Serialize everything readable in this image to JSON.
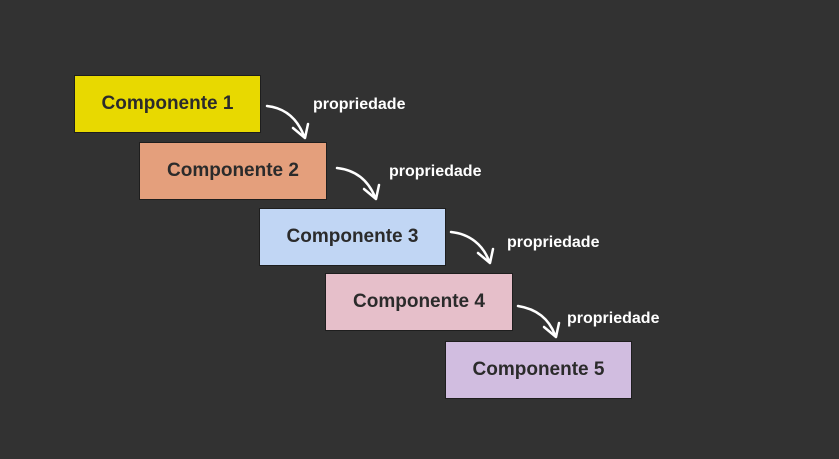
{
  "components": [
    {
      "label": "Componente 1",
      "color": "#e8d900"
    },
    {
      "label": "Componente 2",
      "color": "#e49f7c"
    },
    {
      "label": "Componente 3",
      "color": "#c1d6f4"
    },
    {
      "label": "Componente 4",
      "color": "#e6bfca"
    },
    {
      "label": "Componente 5",
      "color": "#d1bde0"
    }
  ],
  "connectors": [
    {
      "label": "propriedade"
    },
    {
      "label": "propriedade"
    },
    {
      "label": "propriedade"
    },
    {
      "label": "propriedade"
    }
  ],
  "colors": {
    "background": "#323232",
    "arrow": "#ffffff",
    "connector_text": "#ffffff",
    "box_text": "#2b2b2b"
  }
}
